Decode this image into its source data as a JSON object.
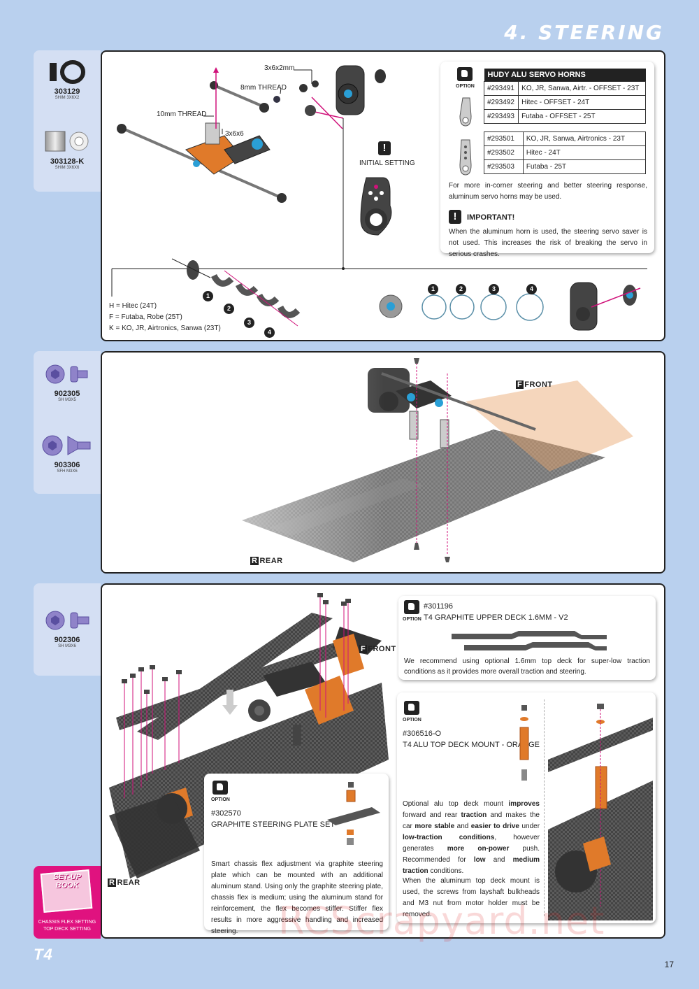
{
  "header": {
    "section_title": "4. STEERING"
  },
  "sidebar1": {
    "parts": [
      {
        "num": "303129",
        "desc": "SHIM 3x6x2"
      },
      {
        "num": "303128-K",
        "desc": "SHIM 3x6x6"
      }
    ]
  },
  "sidebar2": {
    "parts": [
      {
        "num": "902305",
        "desc": "SH M3x5"
      },
      {
        "num": "903306",
        "desc": "SFH M3x6"
      }
    ]
  },
  "sidebar3": {
    "parts": [
      {
        "num": "902306",
        "desc": "SH M3x6"
      }
    ]
  },
  "step1": {
    "labels": {
      "shim_3x6x2": "3x6x2mm",
      "thread_8mm": "8mm THREAD",
      "thread_10mm": "10mm THREAD",
      "shim_3x6x6": "3x6x6",
      "initial_setting": "INITIAL SETTING"
    },
    "numbers": [
      "1",
      "2",
      "3",
      "4"
    ],
    "legend": [
      "H = Hitec (24T)",
      "F = Futaba, Robe (25T)",
      "K = KO, JR, Airtronics, Sanwa (23T)"
    ],
    "option_box": {
      "option_label": "OPTION",
      "table_title": "HUDY ALU SERVO HORNS",
      "rows_offset": [
        {
          "code": "#293491",
          "desc": "KO, JR, Sanwa, Airtr. - OFFSET - 23T"
        },
        {
          "code": "#293492",
          "desc": "Hitec - OFFSET - 24T"
        },
        {
          "code": "#293493",
          "desc": "Futaba - OFFSET - 25T"
        }
      ],
      "rows_standard": [
        {
          "code": "#293501",
          "desc": "KO, JR, Sanwa, Airtronics - 23T"
        },
        {
          "code": "#293502",
          "desc": "Hitec - 24T"
        },
        {
          "code": "#293503",
          "desc": "Futaba - 25T"
        }
      ],
      "note": "For more in-corner steering and better steering response, aluminum servo horns may be used.",
      "important_title": "IMPORTANT!",
      "important_text": "When the aluminum horn is used, the steering servo saver is not used. This increases the risk of breaking the servo in serious crashes."
    }
  },
  "step2": {
    "front": "FRONT",
    "rear": "REAR"
  },
  "step3": {
    "front": "FRONT",
    "rear": "REAR",
    "upper_deck": {
      "option_label": "OPTION",
      "code": "#301196",
      "name": "T4 GRAPHITE UPPER DECK 1.6MM - V2",
      "text": "We recommend using optional 1.6mm top deck for super-low traction conditions as it provides more overall traction and steering."
    },
    "deck_mount": {
      "option_label": "OPTION",
      "code": "#306516-O",
      "name": "T4 ALU TOP DECK MOUNT - ORANGE",
      "text1a": "Optional alu top deck mount ",
      "text1b": "improves",
      "text1c": " forward and rear ",
      "text1d": "traction",
      "text1e": " and makes the car ",
      "text1f": "more stable",
      "text1g": " and ",
      "text1h": "easier to drive",
      "text1i": " under ",
      "text1j": "low-traction conditions",
      "text1k": ", however generates ",
      "text1l": "more on-power",
      "text1m": " push. Recommended for ",
      "text1n": "low",
      "text1o": " and ",
      "text1p": "medium traction",
      "text1q": " conditions.",
      "text2": "When the aluminum top deck mount is used, the screws from layshaft bulkheads and M3 nut from motor holder must be removed."
    },
    "steering_plate": {
      "option_label": "OPTION",
      "code": "#302570",
      "name": "GRAPHITE STEERING PLATE SET",
      "text": "Smart chassis flex adjustment via graphite steering plate which can be mounted with an additional aluminum stand. Using only the graphite steering plate, chassis flex is medium; using the aluminum stand for reinforcement, the flex becomes stiffer. Stiffer flex results in more aggressive handling and increased steering."
    }
  },
  "setup_book": {
    "title1": "SET-UP",
    "title2": "BOOK",
    "line1": "CHASSIS FLEX SETTING",
    "line2": "TOP DECK SETTING"
  },
  "footer": {
    "logo": "T4",
    "page_number": "17",
    "watermark": "RCScrapyard.net"
  }
}
